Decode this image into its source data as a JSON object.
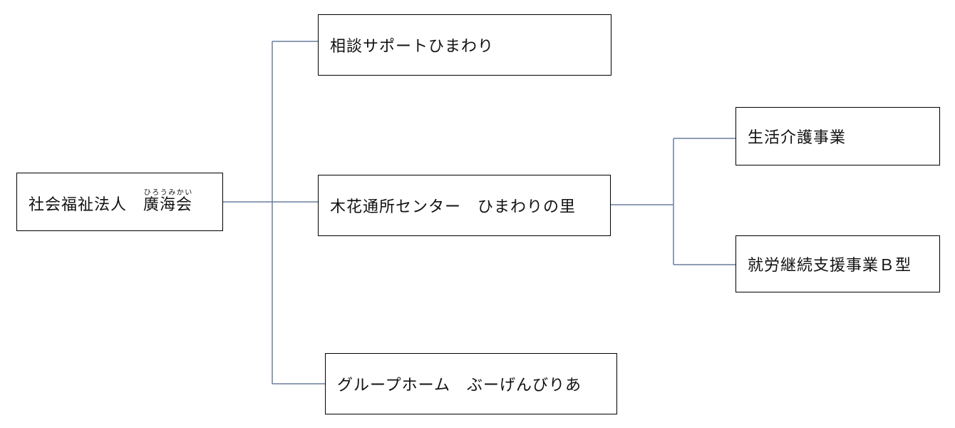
{
  "nodes": {
    "root": {
      "label": "社会福祉法人　",
      "name_base": "廣海会",
      "name_ruby": "ひろうみかい"
    },
    "soudan": {
      "label": "相談サポートひまわり"
    },
    "kibana": {
      "label": "木花通所センター　ひまわりの里"
    },
    "group": {
      "label": "グループホーム　ぶーげんびりあ"
    },
    "seikatsu": {
      "label": "生活介護事業"
    },
    "shuro": {
      "label": "就労継続支援事業Ｂ型"
    }
  },
  "colors": {
    "connector": "#6b7f9e",
    "border": "#000000"
  }
}
